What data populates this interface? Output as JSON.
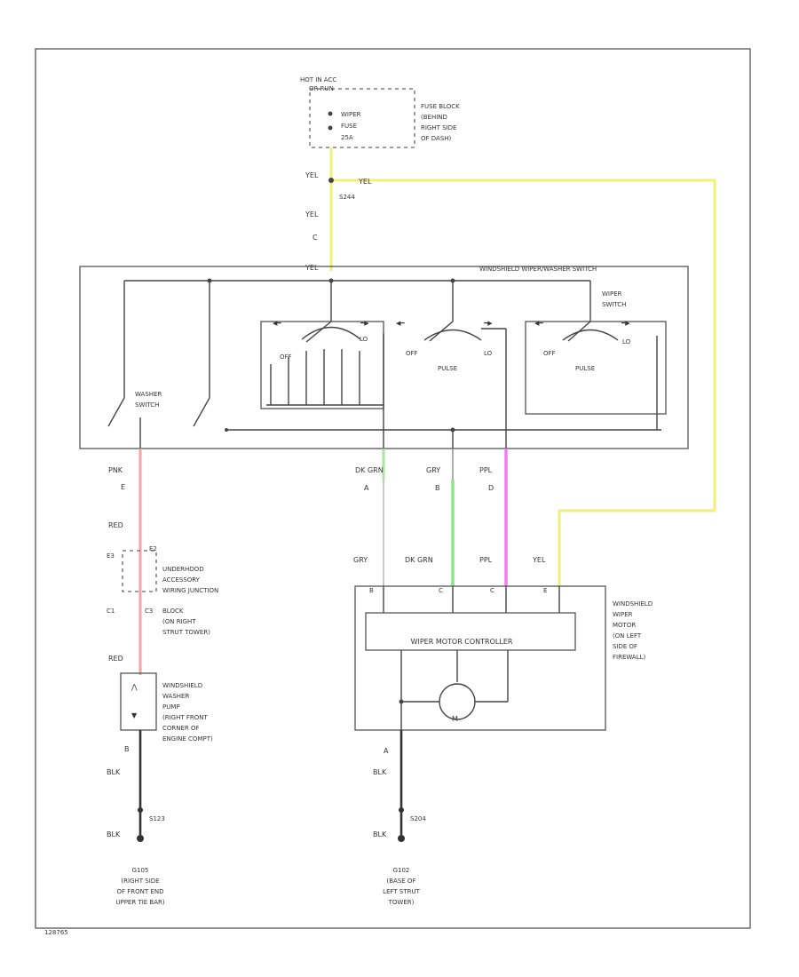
{
  "fuse": {
    "hot_label": "HOT IN ACC",
    "hot_label2": "OR RUN",
    "fuse_line1": "WIPER",
    "fuse_line2": "FUSE",
    "fuse_line3": "25A",
    "block_line1": "FUSE BLOCK",
    "block_line2": "(BEHIND",
    "block_line3": "RIGHT SIDE",
    "block_line4": "OF DASH)"
  },
  "wires_top": {
    "yel1": "YEL",
    "yel_right": "YEL",
    "splice": "S244",
    "yel2": "YEL",
    "pin_c": "C",
    "yel3": "YEL"
  },
  "switch": {
    "title": "WINDSHIELD WIPER/WASHER SWITCH",
    "washer_label1": "WASHER",
    "washer_label2": "SWITCH",
    "wiper_label1": "WIPER",
    "wiper_label2": "SWITCH",
    "off1": "OFF",
    "lo1": "LO",
    "off2": "OFF",
    "lo2": "LO",
    "pulse2": "PULSE",
    "off3": "OFF",
    "lo3": "LO",
    "pulse3": "PULSE"
  },
  "wires_mid": {
    "pnk": "PNK",
    "pin_e": "E",
    "red1": "RED",
    "dkgrn1": "DK GRN",
    "pin_a": "A",
    "gry1": "GRY",
    "pin_b": "B",
    "ppl1": "PPL",
    "pin_d": "D",
    "gry2": "GRY",
    "dkgrn2": "DK GRN",
    "ppl2": "PPL",
    "yel4": "YEL"
  },
  "junction": {
    "c1": "E3",
    "c1b": "C1",
    "ref": "E2",
    "c3": "C3",
    "line1": "UNDERHOOD",
    "line2": "ACCESSORY",
    "line3": "WIRING JUNCTION",
    "line4": "BLOCK",
    "line5": "(ON RIGHT",
    "line6": "STRUT TOWER)",
    "red2": "RED"
  },
  "motor": {
    "pins": [
      "B",
      "C",
      "C",
      "E"
    ],
    "controller": "WIPER MOTOR CONTROLLER",
    "m": "M",
    "line1": "WINDSHIELD",
    "line2": "WIPER",
    "line3": "MOTOR",
    "line4": "(ON LEFT",
    "line5": "SIDE OF",
    "line6": "FIREWALL)",
    "pin_a": "A",
    "blk1": "BLK",
    "splice": "S204",
    "blk2": "BLK",
    "gnd1": "G102",
    "gnd2": "(BASE OF",
    "gnd3": "LEFT STRUT",
    "gnd4": "TOWER)"
  },
  "pump": {
    "line1": "WINDSHIELD",
    "line2": "WASHER",
    "line3": "PUMP",
    "line4": "(RIGHT FRONT",
    "line5": "CORNER OF",
    "line6": "ENGINE COMPT)",
    "pin_b": "B",
    "blk1": "BLK",
    "splice": "S123",
    "blk2": "BLK",
    "gnd1": "G105",
    "gnd2": "(RIGHT SIDE",
    "gnd3": "OF FRONT END",
    "gnd4": "UPPER TIE BAR)"
  },
  "footer": "128765",
  "colors": {
    "yellow": "#f3f07a",
    "pink": "#f6a3a3",
    "green": "#8fe389",
    "purple": "#f07ef0",
    "dkgreen": "#a8e6a0"
  }
}
